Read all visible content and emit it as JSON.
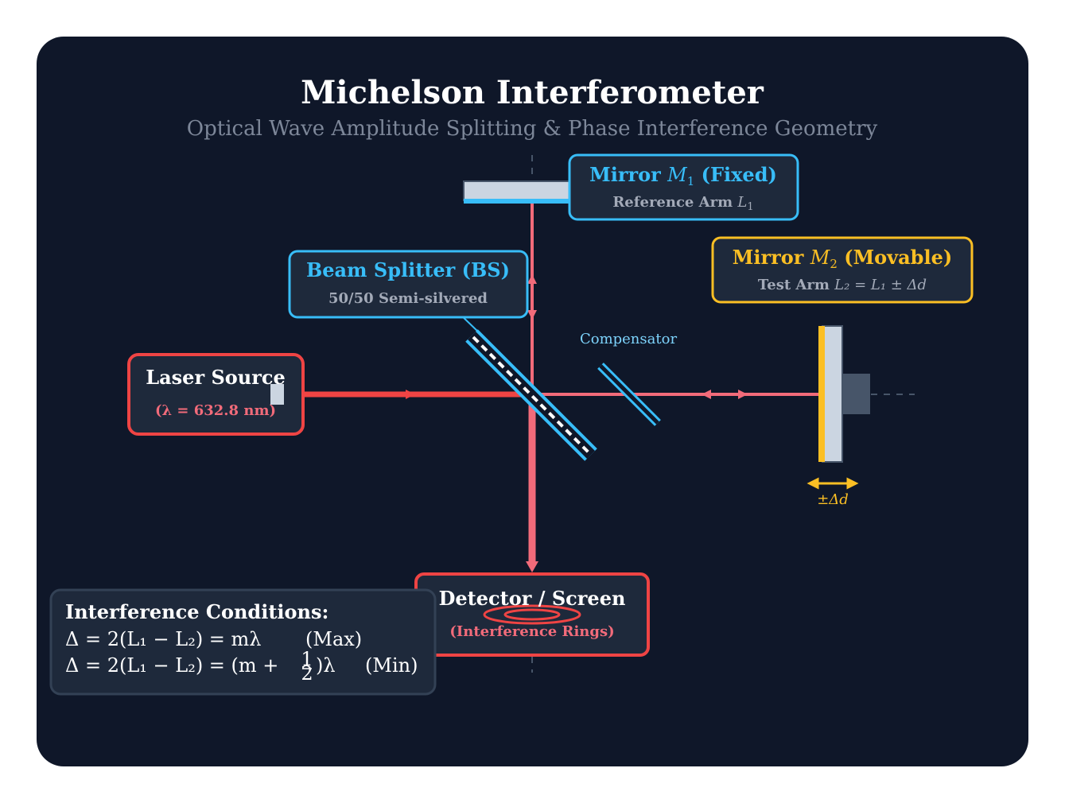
{
  "title": "Michelson Interferometer",
  "subtitle": "Optical Wave Amplitude Splitting & Phase Interference Geometry",
  "laser": {
    "label": "Laser Source",
    "sub": "(λ = 632.8 nm)"
  },
  "beam_splitter": {
    "label": "Beam Splitter (BS)",
    "sub": "50/50 Semi-silvered"
  },
  "mirror1": {
    "label_a": "Mirror ",
    "label_math": "M",
    "label_sub": "1",
    "label_b": " (Fixed)",
    "sub_text": "Reference Arm ",
    "sub_math": "L",
    "sub_math_sub": "1"
  },
  "mirror2": {
    "label_a": "Mirror ",
    "label_math": "M",
    "label_sub": "2",
    "label_b": " (Movable)",
    "sub_text": "Test Arm ",
    "sub_eq": "L₂ = L₁ ± Δd"
  },
  "compensator": {
    "label": "Compensator"
  },
  "displacement": {
    "label": "±Δd"
  },
  "detector": {
    "label": "Detector / Screen",
    "sub": "(Interference Rings)"
  },
  "conditions": {
    "heading": "Interference Conditions:",
    "max_eq": "Δ = 2(L₁ − L₂) = mλ",
    "max_tag": "(Max)",
    "min_eq_a": "Δ = 2(L₁ − L₂) = (m + ",
    "min_frac_num": "1",
    "min_frac_den": "2",
    "min_eq_b": ")λ",
    "min_tag": "(Min)"
  },
  "colors": {
    "background": "#0f1729",
    "laser_red": "#ef4444",
    "beam_pink": "#f26b7a",
    "blue": "#38bdf8",
    "amber": "#fbbf24",
    "box_fill": "#1e293b",
    "mirror_face": "#cbd5e1"
  }
}
